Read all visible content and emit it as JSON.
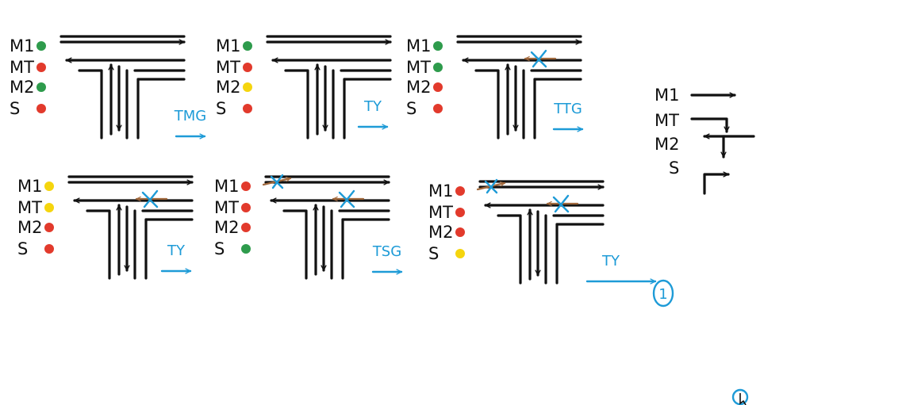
{
  "colors": {
    "ink": "#111111",
    "transition": "#1e9bd7",
    "blocked": "#a0683c",
    "green": "#2e9b4c",
    "yellow": "#f5d50e",
    "red": "#e23a2c"
  },
  "row_labels": [
    "M1",
    "MT",
    "M2",
    "S"
  ],
  "states": [
    {
      "lights": {
        "M1": "green",
        "MT": "red",
        "M2": "green",
        "S": "red"
      },
      "crossed": []
    },
    {
      "lights": {
        "M1": "green",
        "MT": "red",
        "M2": "yellow",
        "S": "red"
      },
      "crossed": []
    },
    {
      "lights": {
        "M1": "green",
        "MT": "green",
        "M2": "red",
        "S": "red"
      },
      "crossed": [
        "M2"
      ]
    },
    {
      "lights": {
        "M1": "yellow",
        "MT": "yellow",
        "M2": "red",
        "S": "red"
      },
      "crossed": [
        "M2"
      ]
    },
    {
      "lights": {
        "M1": "red",
        "MT": "red",
        "M2": "red",
        "S": "green"
      },
      "crossed": [
        "M1",
        "M2"
      ]
    },
    {
      "lights": {
        "M1": "red",
        "MT": "red",
        "M2": "red",
        "S": "yellow"
      },
      "crossed": [
        "M1",
        "M2"
      ]
    }
  ],
  "transitions": [
    {
      "label": "TMG"
    },
    {
      "label": "TY"
    },
    {
      "label": "TTG"
    },
    {
      "label": "TY"
    },
    {
      "label": "TSG"
    },
    {
      "label": "TY"
    }
  ],
  "final_node": {
    "label": "1"
  },
  "legend": {
    "items": [
      {
        "label": "M1",
        "icon": "straight-right-arrow-icon"
      },
      {
        "label": "MT",
        "icon": "right-turn-down-arrow-icon"
      },
      {
        "label": "M2",
        "icon": "left-and-down-arrow-icon"
      },
      {
        "label": "S",
        "icon": "up-turn-right-arrow-icon"
      }
    ]
  }
}
